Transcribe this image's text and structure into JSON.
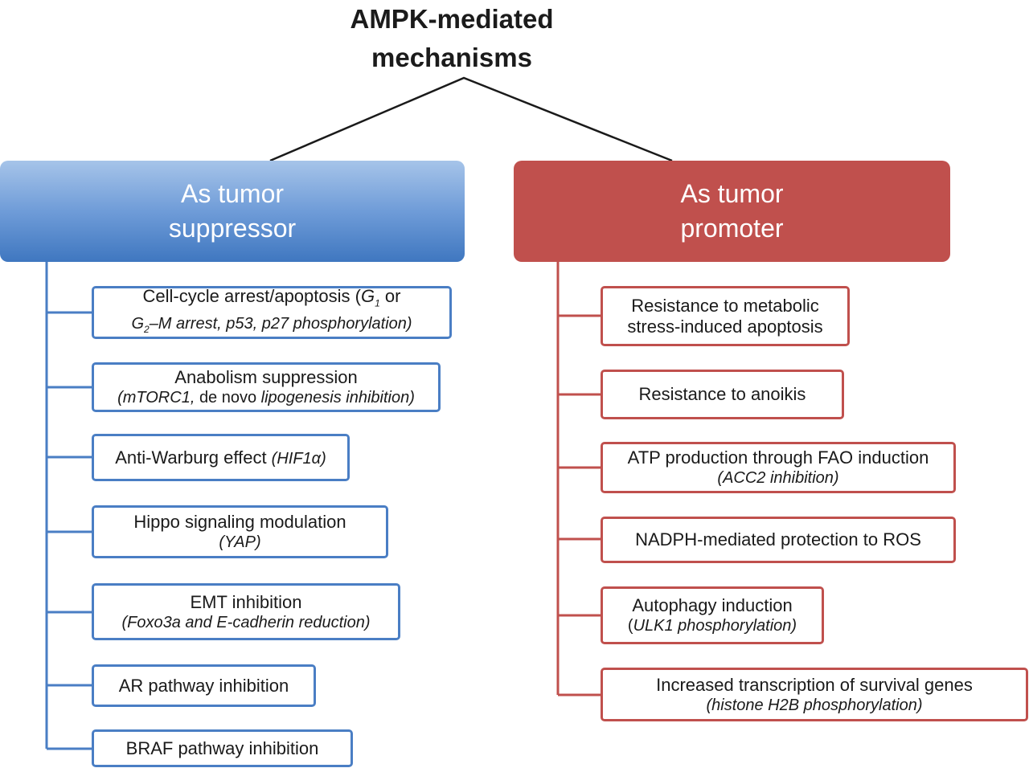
{
  "title": {
    "line1": "AMPK-mediated",
    "line2": "mechanisms"
  },
  "suppressor": {
    "header_line1": "As tumor",
    "header_line2": "suppressor",
    "color": "#4a7ec4",
    "items": [
      {
        "main_a": "Cell-cycle arrest/apoptosis (",
        "main_b": "G",
        "main_c": "1",
        "main_d": " or",
        "sub_a": "G",
        "sub_b": "2",
        "sub_c": "–M  arrest, p53, p27 phosphorylation)"
      },
      {
        "main": "Anabolism suppression",
        "sub_a": "(mTORC1, ",
        "sub_b": "de novo",
        "sub_c": " lipogenesis inhibition)"
      },
      {
        "main_a": "Anti-Warburg effect ",
        "main_b": "(HIF1α)"
      },
      {
        "main": "Hippo signaling modulation",
        "sub": "(YAP)"
      },
      {
        "main": "EMT inhibition",
        "sub": "(Foxo3a and E-cadherin reduction)"
      },
      {
        "main": "AR pathway inhibition"
      },
      {
        "main": "BRAF pathway inhibition"
      }
    ]
  },
  "promoter": {
    "header_line1": "As tumor",
    "header_line2": "promoter",
    "color": "#c0504d",
    "items": [
      {
        "main_1": "Resistance to metabolic",
        "main_2": "stress-induced apoptosis"
      },
      {
        "main": "Resistance to anoikis"
      },
      {
        "main": "ATP production through FAO induction",
        "sub": "(ACC2 inhibition)"
      },
      {
        "main": "NADPH-mediated protection to ROS"
      },
      {
        "main": "Autophagy induction",
        "sub_a": "(",
        "sub_b": "ULK1 phosphorylation)"
      },
      {
        "main": "Increased transcription of survival genes",
        "sub": "(histone H2B phosphorylation)"
      }
    ]
  }
}
